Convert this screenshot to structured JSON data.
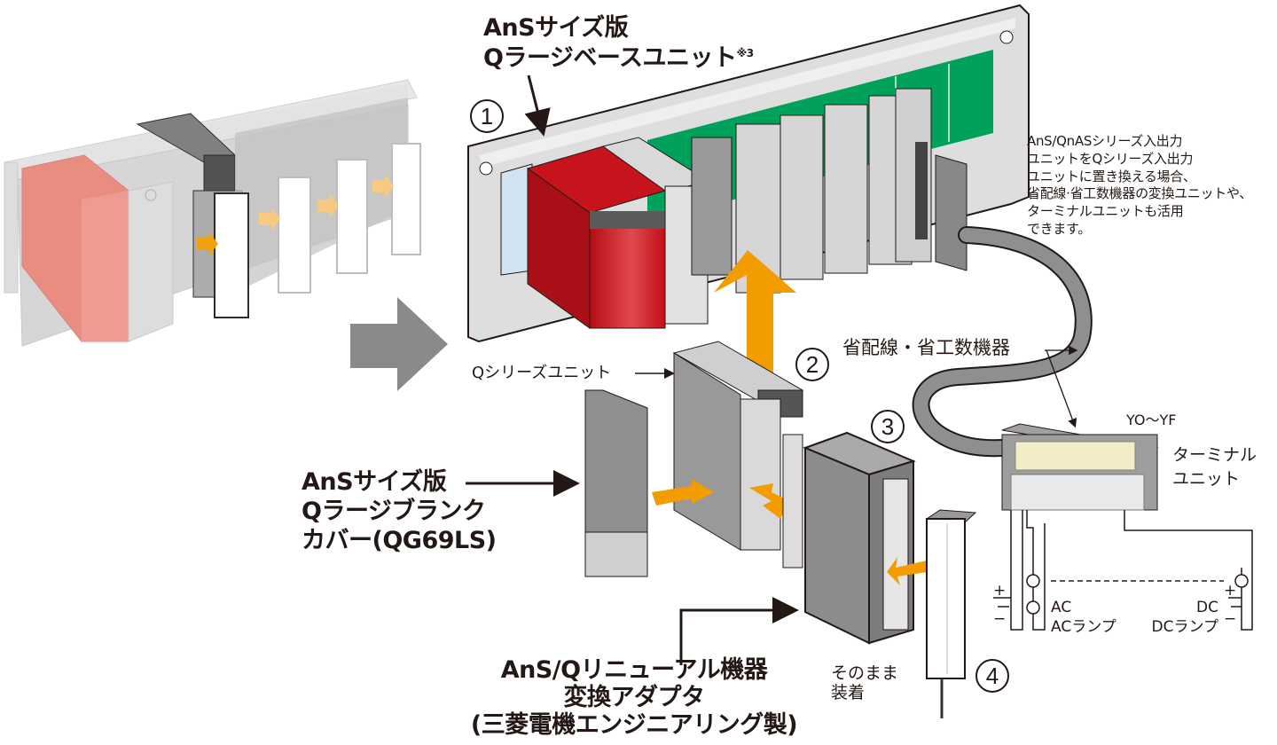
{
  "title_base_unit": {
    "line1": "AnSサイズ版",
    "line2": "Qラージベースユニット",
    "footnote": "※3"
  },
  "note_io": {
    "lines": [
      "AnS/QnASシリーズ入出力",
      "ユニットをQシリーズ入出力",
      "ユニットに置き換える場合、",
      "省配線·省工数機器の変換ユニットや、",
      "ターミナルユニットも活用",
      "できます。"
    ]
  },
  "q_series_unit_label": "Qシリーズユニット",
  "wiring_saving_label": "省配線・省工数機器",
  "blank_cover": {
    "line1": "AnSサイズ版",
    "line2": "Qラージブランク",
    "line3": "カバー(QG69LS)"
  },
  "adapter": {
    "line1": "AnS/Qリニューアル機器",
    "line2": "変換アダプタ",
    "line3": "(三菱電機エンジニアリング製)"
  },
  "as_is_label": {
    "line1": "そのまま",
    "line2": "装着"
  },
  "terminal_unit": {
    "range": "YO〜YF",
    "line1": "ターミナル",
    "line2": "ユニット"
  },
  "wiring": {
    "ac": "AC",
    "ac_lamp": "ACランプ",
    "dc": "DC",
    "dc_lamp": "DCランプ",
    "plus": "+",
    "minus": "−"
  },
  "step_numbers": [
    "1",
    "2",
    "3",
    "4"
  ],
  "colors": {
    "arrow_orange": "#f29c00",
    "arrow_orange_light": "#f8c77a",
    "cpu_red": "#d0121b",
    "pcb_green": "#00a15b",
    "big_arrow_gray": "#8a8a8a",
    "legacy_red": "#e8877b",
    "module_gray": "#8f8f8f",
    "terminal_cream": "#f3ecc8"
  }
}
